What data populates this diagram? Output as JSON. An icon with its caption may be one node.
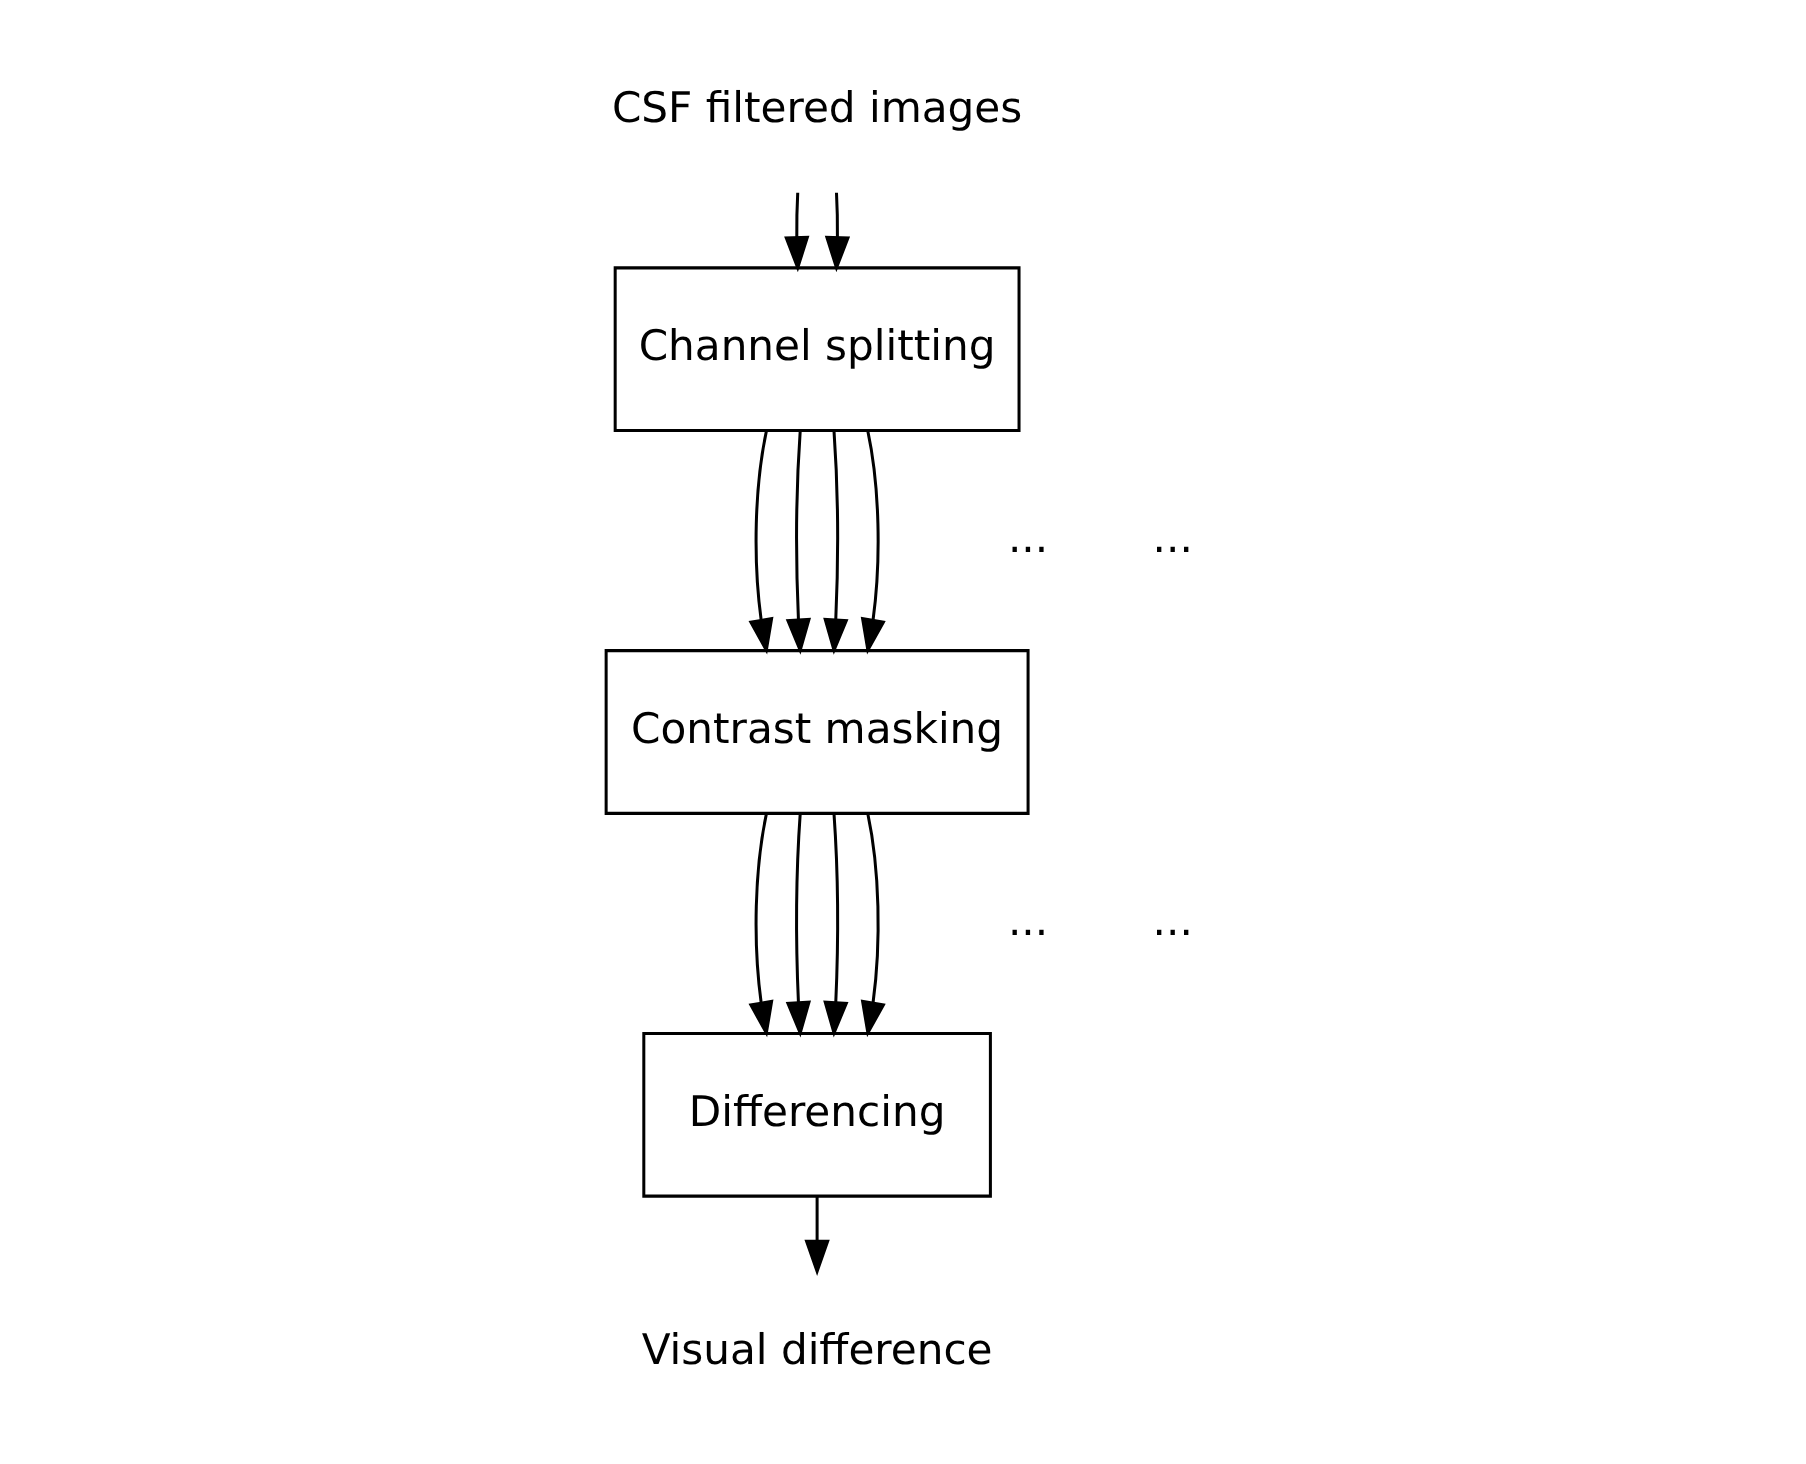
{
  "diagram": {
    "nodes": [
      {
        "text": [
          "CSF filtered images"
        ]
      },
      {
        "text": [
          "Channel splitting"
        ]
      },
      {
        "text": [
          "Contrast masking"
        ]
      },
      {
        "text": [
          "Differencing"
        ]
      },
      {
        "text": [
          "Visual difference"
        ]
      }
    ],
    "edges": [
      {
        "from": 0,
        "to": 1,
        "arrow": "to"
      },
      {
        "from": 0,
        "to": 1,
        "arrow": "to"
      },
      {
        "from": 1,
        "to": 2,
        "arrow": "to"
      },
      {
        "from": 1,
        "to": 2,
        "arrow": "to"
      },
      {
        "from": 1,
        "to": 2,
        "arrow": "to"
      },
      {
        "from": 1,
        "to": 2,
        "arrow": "to"
      },
      {
        "from": 2,
        "to": 3,
        "arrow": "to"
      },
      {
        "from": 2,
        "to": 3,
        "arrow": "to"
      },
      {
        "from": 2,
        "to": 3,
        "arrow": "to"
      },
      {
        "from": 2,
        "to": 3,
        "arrow": "to"
      },
      {
        "from": 3,
        "to": 4,
        "arrow": "to"
      }
    ],
    "labels": [
      "...",
      "...",
      "...",
      "..."
    ]
  }
}
